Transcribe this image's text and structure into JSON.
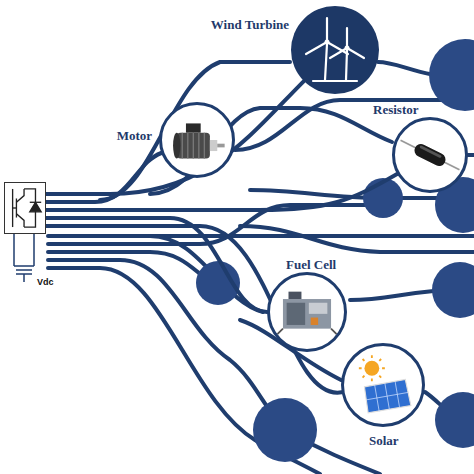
{
  "diagram": {
    "nodes": [
      {
        "text": [
          "Vdc"
        ]
      },
      {
        "text": [
          "Wind Turbine"
        ]
      },
      {
        "text": [
          "Resistor"
        ]
      },
      {
        "text": [
          "Motor"
        ]
      },
      {
        "text": [
          "Fuel Cell"
        ]
      },
      {
        "text": [
          "Solar"
        ]
      }
    ],
    "edges": [
      {
        "from": 0,
        "to": 1,
        "arrow": "none"
      },
      {
        "from": 0,
        "to": 2,
        "arrow": "none"
      },
      {
        "from": 0,
        "to": 3,
        "arrow": "none"
      },
      {
        "from": 0,
        "to": 4,
        "arrow": "none"
      },
      {
        "from": 0,
        "to": 5,
        "arrow": "none"
      }
    ]
  }
}
